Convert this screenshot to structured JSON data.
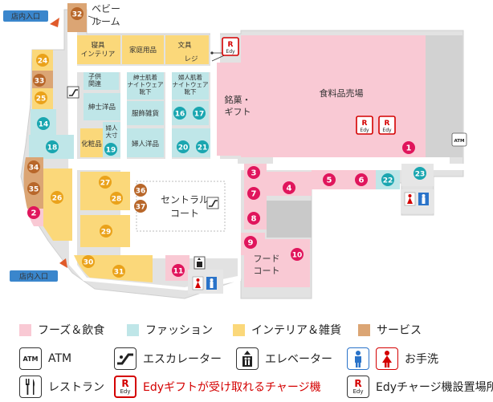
{
  "map": {
    "entrance_top": "店内入口",
    "entrance_bottom": "店内入口",
    "baby_room": [
      "ベビー",
      "ルーム"
    ],
    "central_court": [
      "セントラル",
      "コート"
    ],
    "food_court": [
      "フード",
      "コート"
    ],
    "food_hall": "食料品売場",
    "sweets": [
      "銘菓・",
      "ギフト"
    ],
    "bedding": [
      "寝具",
      "インテリア"
    ],
    "household": "家庭用品",
    "stationery": "文具",
    "register": "レジ",
    "kids": [
      "子供",
      "関連"
    ],
    "mens_inner": [
      "紳士肌着",
      "ナイトウェア",
      "靴下"
    ],
    "womens_inner": [
      "婦人肌着",
      "ナイトウェア",
      "靴下"
    ],
    "mens_wear": "紳士洋品",
    "accessories": "服飾雑貨",
    "cosmetics": "化粧品",
    "large_size": [
      "婦人",
      "大寸"
    ],
    "womens_wear": "婦人洋品",
    "atm": "ATM",
    "edy_text": "Edy",
    "edy_r": "R"
  },
  "shops": [
    {
      "n": "1",
      "c": "food"
    },
    {
      "n": "2",
      "c": "food"
    },
    {
      "n": "3",
      "c": "food"
    },
    {
      "n": "4",
      "c": "food"
    },
    {
      "n": "5",
      "c": "food"
    },
    {
      "n": "6",
      "c": "food"
    },
    {
      "n": "7",
      "c": "food"
    },
    {
      "n": "8",
      "c": "food"
    },
    {
      "n": "9",
      "c": "food"
    },
    {
      "n": "10",
      "c": "food"
    },
    {
      "n": "11",
      "c": "food"
    },
    {
      "n": "14",
      "c": "fashion"
    },
    {
      "n": "16",
      "c": "fashion"
    },
    {
      "n": "17",
      "c": "fashion"
    },
    {
      "n": "18",
      "c": "fashion"
    },
    {
      "n": "19",
      "c": "fashion"
    },
    {
      "n": "20",
      "c": "fashion"
    },
    {
      "n": "21",
      "c": "fashion"
    },
    {
      "n": "22",
      "c": "fashion"
    },
    {
      "n": "23",
      "c": "fashion"
    },
    {
      "n": "24",
      "c": "interior"
    },
    {
      "n": "25",
      "c": "interior"
    },
    {
      "n": "26",
      "c": "interior"
    },
    {
      "n": "27",
      "c": "interior"
    },
    {
      "n": "28",
      "c": "interior"
    },
    {
      "n": "29",
      "c": "interior"
    },
    {
      "n": "30",
      "c": "interior"
    },
    {
      "n": "31",
      "c": "interior"
    },
    {
      "n": "32",
      "c": "service"
    },
    {
      "n": "33",
      "c": "service"
    },
    {
      "n": "34",
      "c": "service"
    },
    {
      "n": "35",
      "c": "service"
    },
    {
      "n": "36",
      "c": "service"
    },
    {
      "n": "37",
      "c": "service"
    }
  ],
  "legend": {
    "food": "フーズ＆飲食",
    "fashion": "ファッション",
    "interior": "インテリア＆雑貨",
    "service": "サービス",
    "atm": "ATM",
    "escalator": "エスカレーター",
    "elevator": "エレベーター",
    "restroom": "お手洗",
    "restaurant": "レストラン",
    "edy_gift": "Edyギフトが受け取れるチャージ機",
    "edy_charge": "Edyチャージ機設置場所",
    "atm_icon_text": "ATM",
    "edy_icon_text": "Edy",
    "edy_icon_r": "R"
  },
  "colors": {
    "food": "#f9c9d4",
    "fashion": "#bfe6e8",
    "interior": "#fbd87a",
    "service": "#dba574",
    "food_dot": "#e0155c",
    "fashion_dot": "#1aa6b0",
    "interior_dot": "#eaa21a",
    "service_dot": "#b8672a",
    "wall": "#d8d8d8",
    "corridor": "#ffffff",
    "gray_area": "#c9c9c9",
    "entrance_blue": "#3a86cc",
    "edy_red": "#d40000"
  }
}
